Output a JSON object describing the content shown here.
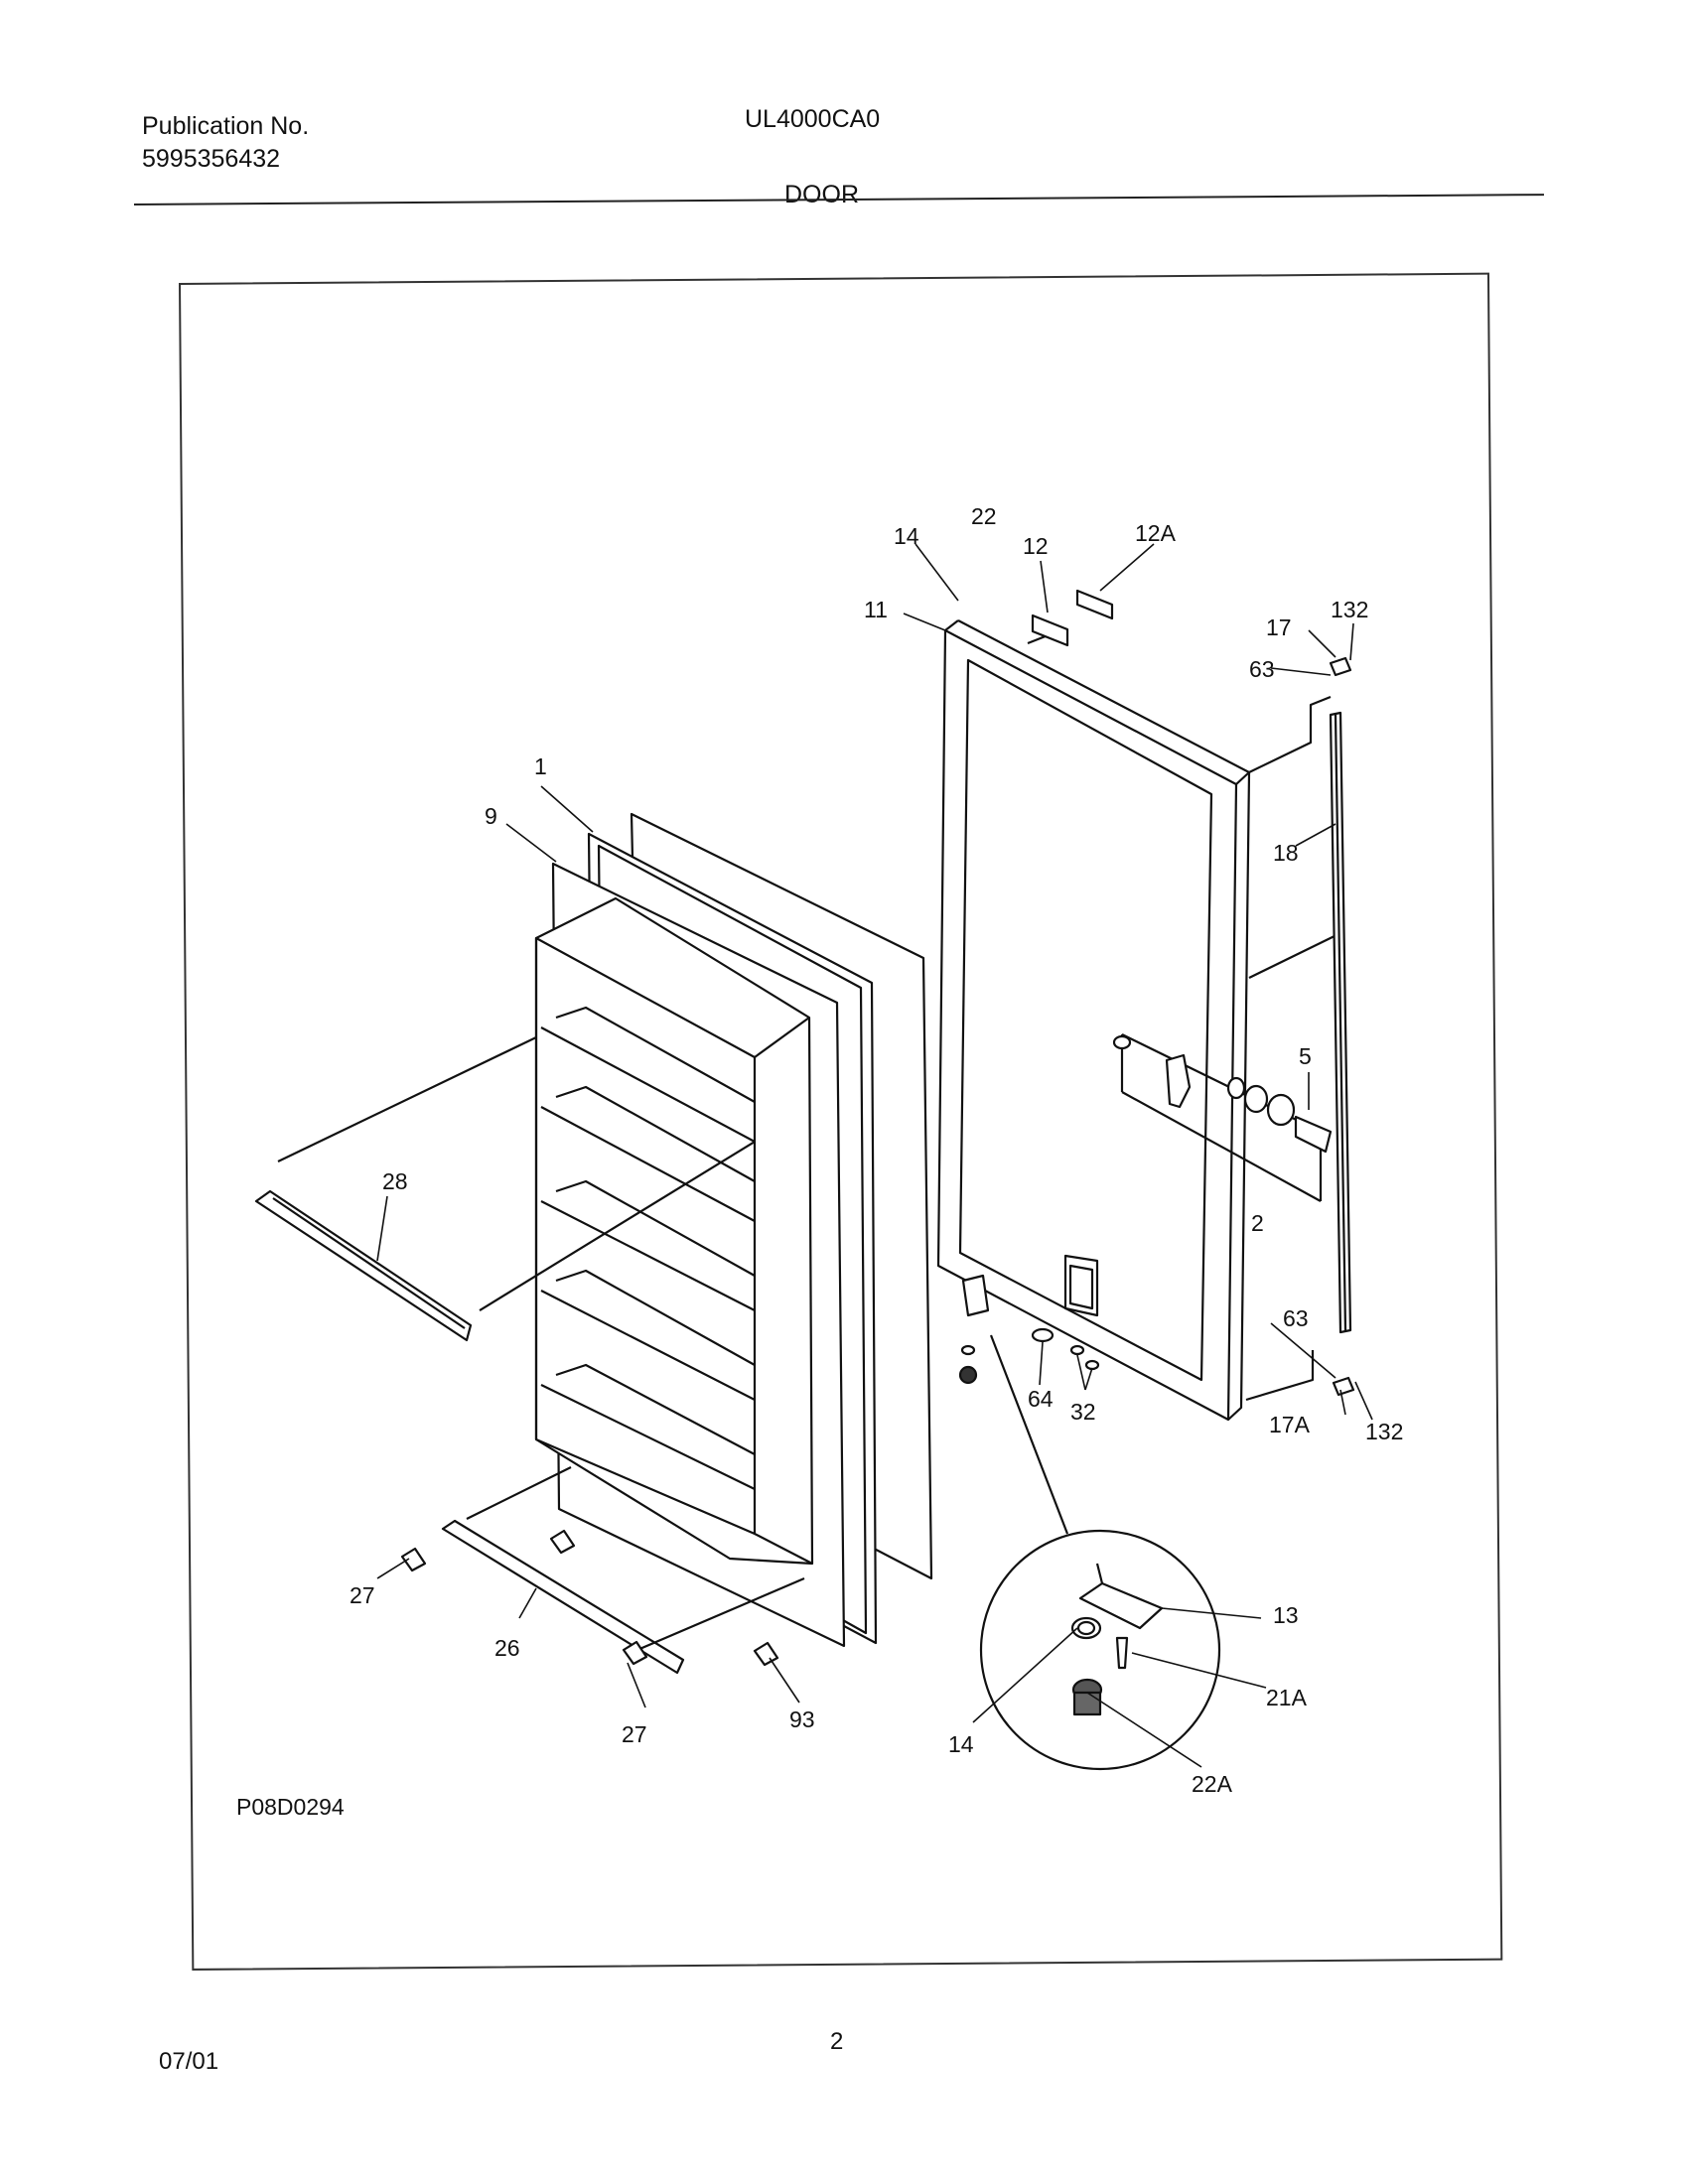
{
  "header": {
    "publication_label": "Publication No.",
    "publication_number": "5995356432",
    "model": "UL4000CA0",
    "section": "DOOR"
  },
  "diagram": {
    "drawing_id": "P08D0294",
    "callouts": {
      "c1": "1",
      "c2": "2",
      "c5": "5",
      "c9": "9",
      "c11": "11",
      "c12": "12",
      "c12a": "12A",
      "c13": "13",
      "c14_top": "14",
      "c14_detail": "14",
      "c17": "17",
      "c17a": "17A",
      "c18": "18",
      "c21a": "21A",
      "c22": "22",
      "c22a": "22A",
      "c26": "26",
      "c27_left": "27",
      "c27_bottom": "27",
      "c28": "28",
      "c32": "32",
      "c63_top": "63",
      "c63_bottom": "63",
      "c64": "64",
      "c93": "93",
      "c132_top": "132",
      "c132_bottom": "132"
    }
  },
  "footer": {
    "date": "07/01",
    "page": "2"
  }
}
